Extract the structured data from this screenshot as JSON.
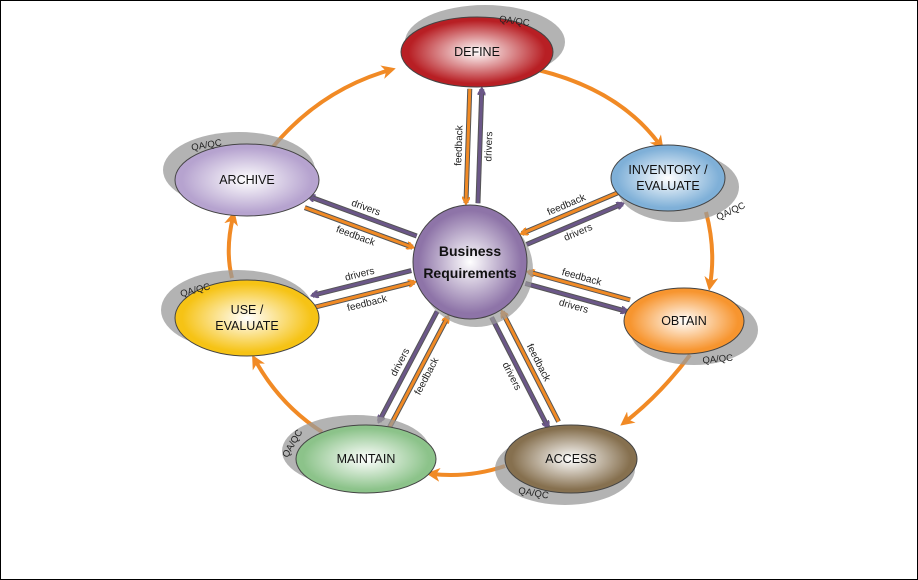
{
  "center": {
    "lines": [
      "Business",
      "Requirements"
    ],
    "color": "#8e74a8"
  },
  "nodes": [
    {
      "id": "define",
      "lines": [
        "DEFINE"
      ],
      "qa": "QA/QC",
      "color": "#b81f24"
    },
    {
      "id": "inventory",
      "lines": [
        "INVENTORY /",
        "EVALUATE"
      ],
      "qa": "QA/QC",
      "color": "#7fb0d8"
    },
    {
      "id": "obtain",
      "lines": [
        "OBTAIN"
      ],
      "qa": "QA/QC",
      "color": "#f7952f"
    },
    {
      "id": "access",
      "lines": [
        "ACCESS"
      ],
      "qa": "QA/QC",
      "color": "#86704f"
    },
    {
      "id": "maintain",
      "lines": [
        "MAINTAIN"
      ],
      "qa": "QA/QC",
      "color": "#8cc38a"
    },
    {
      "id": "use",
      "lines": [
        "USE /",
        "EVALUATE"
      ],
      "qa": "QA/QC",
      "color": "#f6c315"
    },
    {
      "id": "archive",
      "lines": [
        "ARCHIVE"
      ],
      "qa": "QA/QC",
      "color": "#b6a3cf"
    }
  ],
  "spoke_labels": {
    "drivers": "drivers",
    "feedback": "feedback"
  },
  "colors": {
    "drivers": "#6b5788",
    "feedback": "#f18a25",
    "cycle": "#f18a25",
    "shadow": "#9a9a9a"
  }
}
